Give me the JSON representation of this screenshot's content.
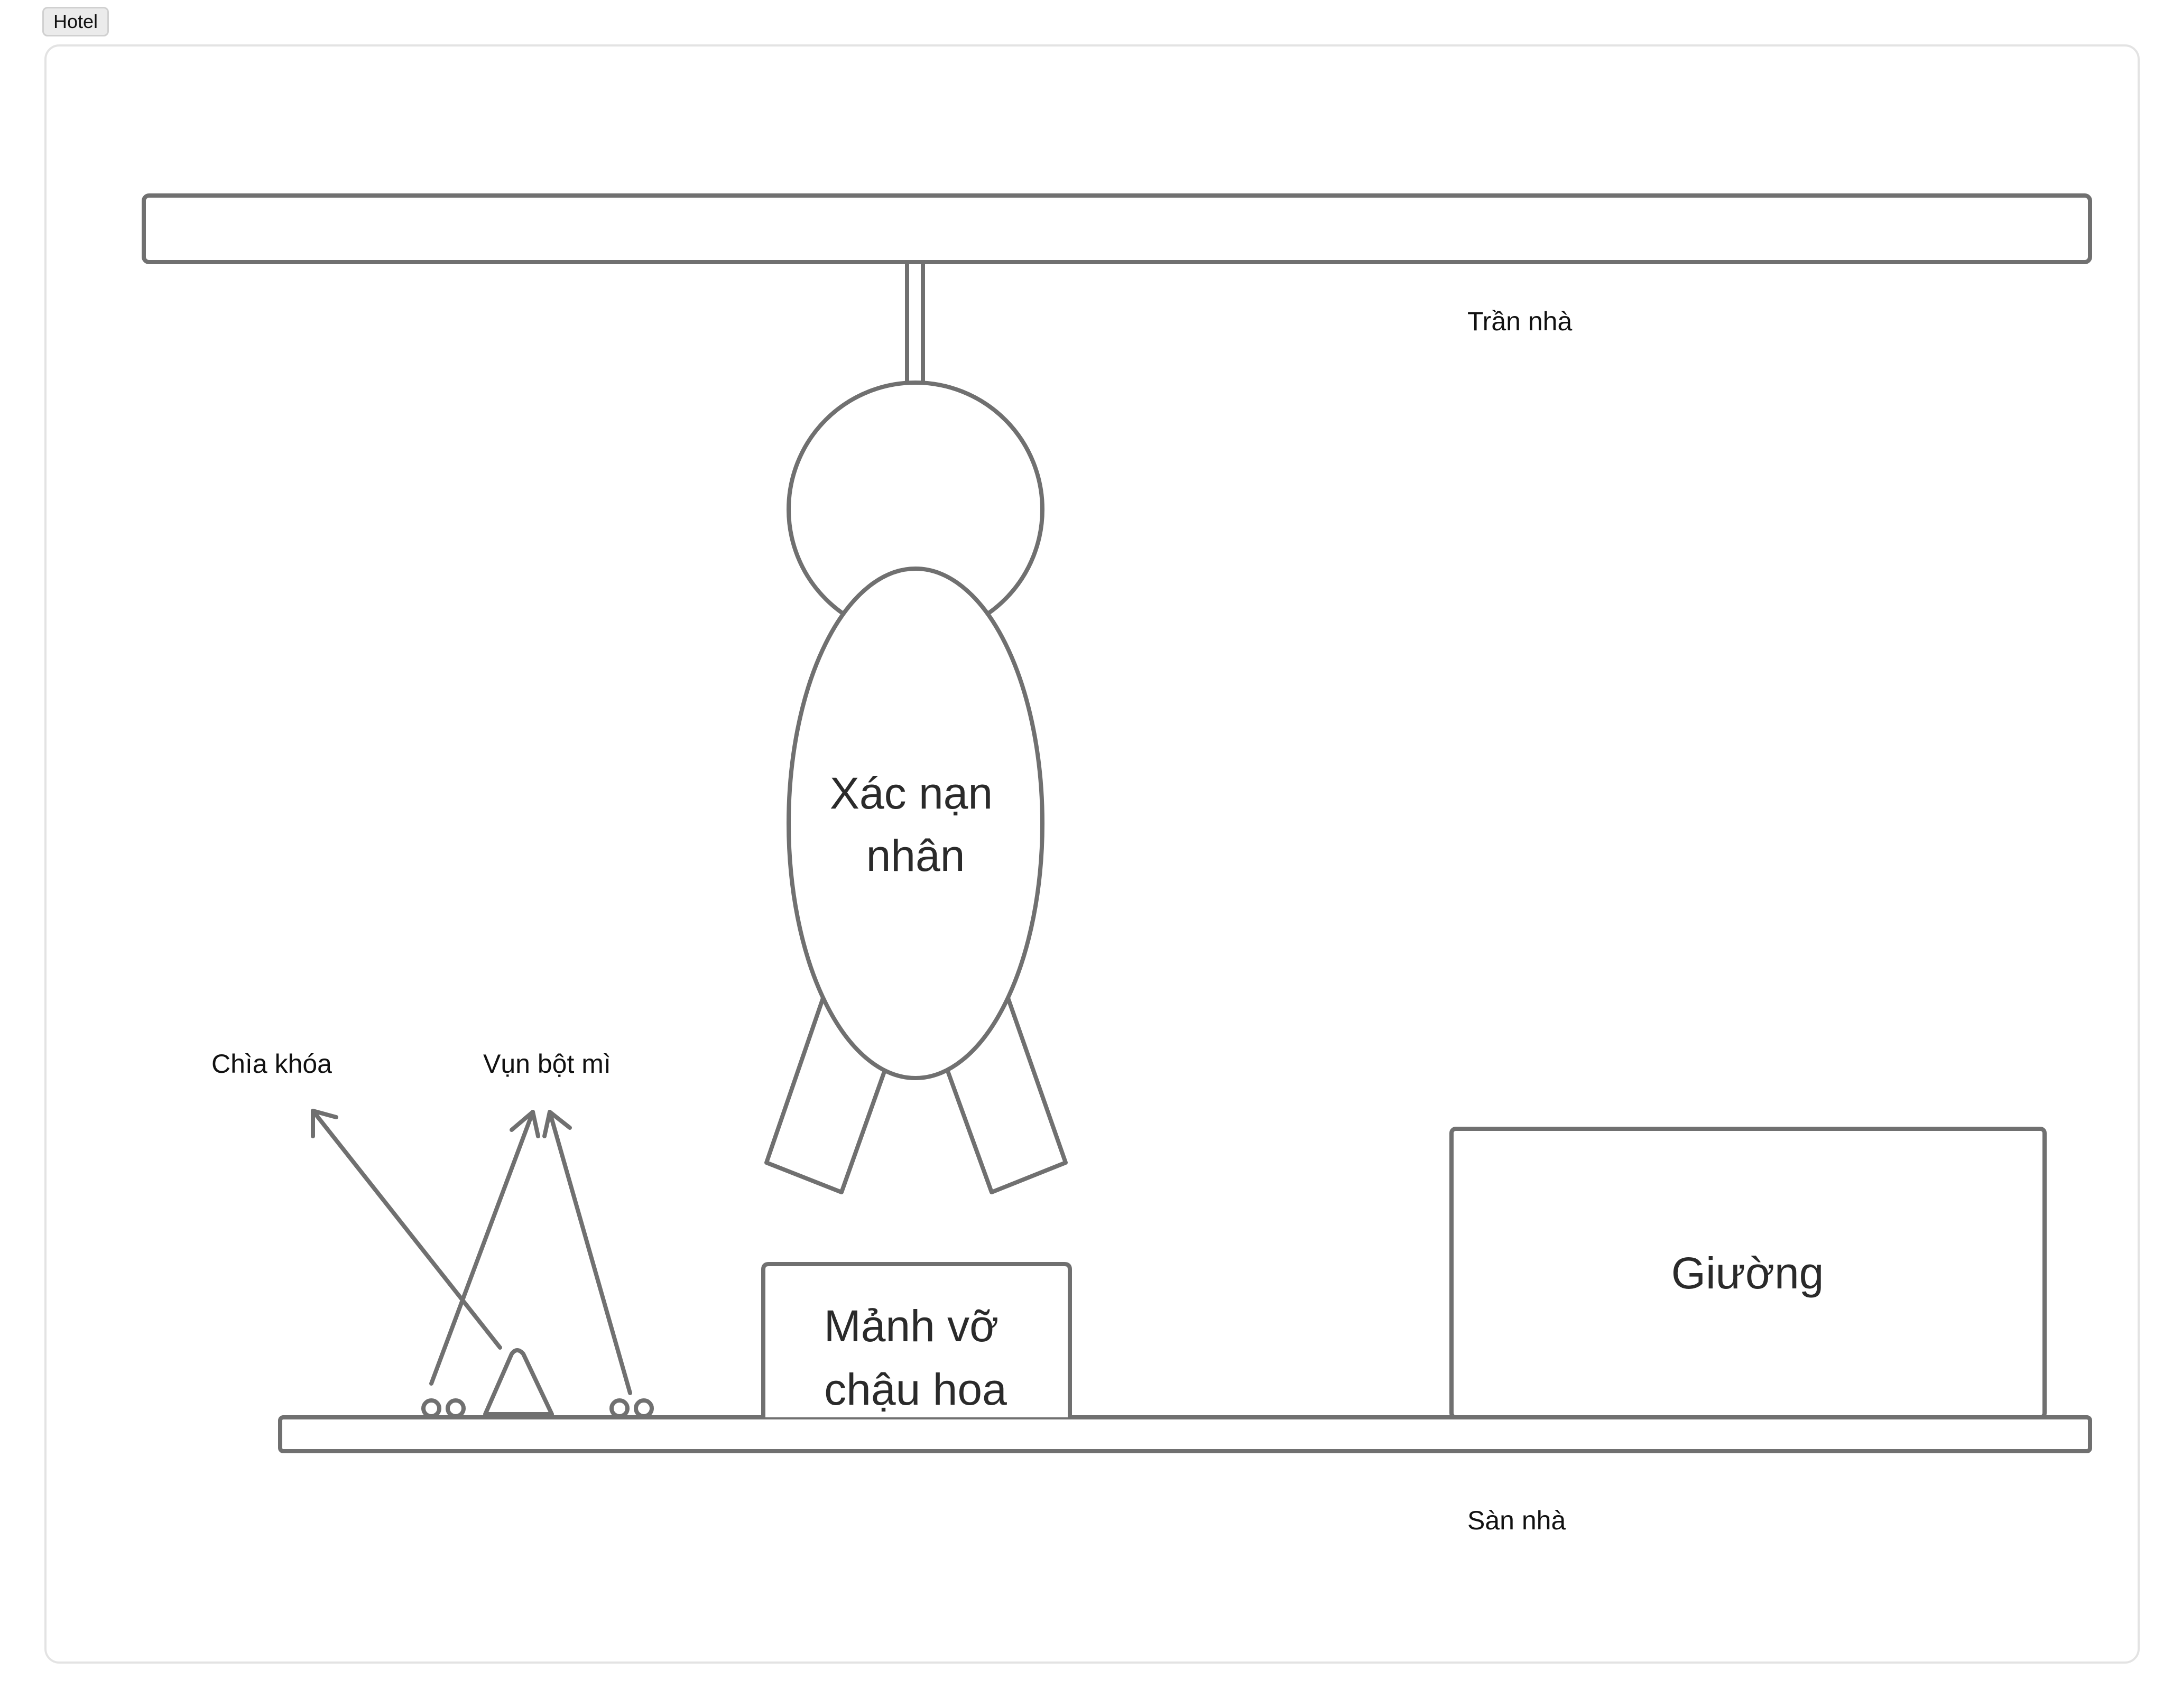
{
  "tab": {
    "label": "Hotel"
  },
  "diagram": {
    "ceiling_label": "Trần nhà",
    "floor_label": "Sàn nhà",
    "victim": {
      "line1": "Xác nạn",
      "line2": "nhân"
    },
    "pot": {
      "line1": "Mảnh vỡ",
      "line2": "chậu hoa"
    },
    "bed": "Giường",
    "key_label": "Chìa khóa",
    "flour_label": "Vụn bột mì"
  }
}
